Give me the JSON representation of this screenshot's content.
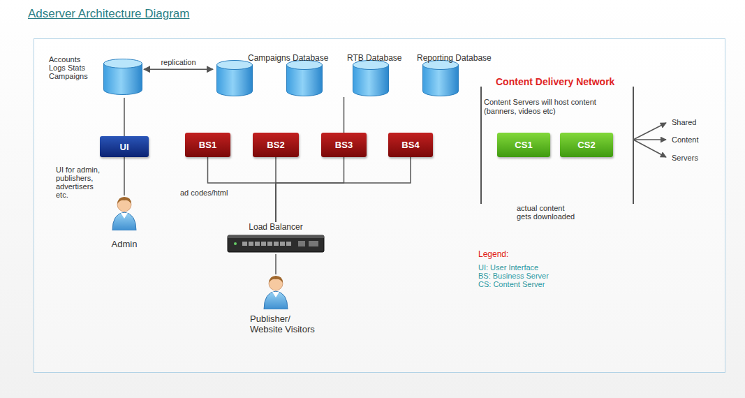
{
  "diagram": {
    "title": "Adserver Architecture Diagram",
    "nodes": [
      {
        "text": [
          "Accounts Logs Stats Campaigns"
        ]
      },
      {
        "text": [
          "Campaigns Database"
        ]
      },
      {
        "text": [
          "RTB Database"
        ]
      },
      {
        "text": [
          "Reporting Database"
        ]
      },
      {
        "text": [
          "Content Delivery Network",
          "Content Servers will host content (banners, videos etc)"
        ]
      },
      {
        "text": [
          "UI"
        ]
      },
      {
        "text": [
          "BS1"
        ]
      },
      {
        "text": [
          "BS2"
        ]
      },
      {
        "text": [
          "BS3"
        ]
      },
      {
        "text": [
          "BS4"
        ]
      },
      {
        "text": [
          "CS1"
        ],
        "in": 4
      },
      {
        "text": [
          "CS2"
        ],
        "in": 4
      },
      {
        "text": [
          "Admin"
        ]
      },
      {
        "text": [
          "Load Balancer"
        ]
      },
      {
        "text": [
          "Publisher/ Website Visitors"
        ]
      }
    ],
    "edges": [
      {
        "from": 0,
        "to": 1,
        "label": "replication",
        "arrow": "both"
      },
      {
        "from": 0,
        "to": 5,
        "arrow": "none"
      },
      {
        "from": 2,
        "to": 8,
        "arrow": "none"
      },
      {
        "from": 5,
        "to": 12,
        "arrow": "none"
      },
      {
        "from": 6,
        "to": 13,
        "arrow": "none"
      },
      {
        "from": 7,
        "to": 13,
        "arrow": "none"
      },
      {
        "from": 8,
        "to": 13,
        "arrow": "none"
      },
      {
        "from": 9,
        "to": 13,
        "arrow": "none"
      },
      {
        "from": 13,
        "to": 14,
        "arrow": "none"
      }
    ],
    "labels": [
      "UI for admin, publishers, advertisers etc.",
      "ad codes/html",
      "actual content gets downloaded",
      "Shared",
      "Content",
      "Servers",
      "Legend:"
    ],
    "legend": [
      {
        "text": "UI: User Interface"
      },
      {
        "text": "BS: Business Server"
      },
      {
        "text": "CS: Content Server"
      }
    ]
  }
}
